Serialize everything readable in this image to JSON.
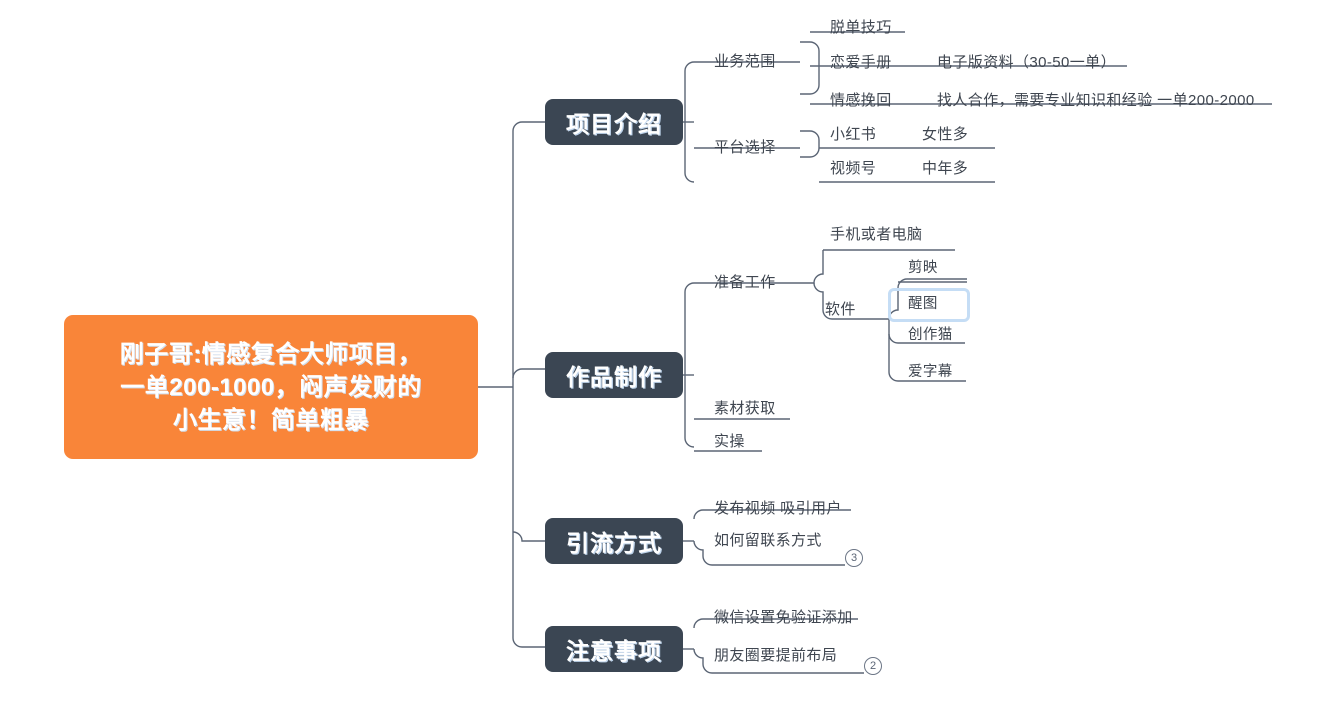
{
  "document": {
    "type": "mindmap",
    "background": "#ffffff",
    "colors": {
      "root_fill": "#F98539",
      "main_node_fill": "#3B4653",
      "line": "#5B6575",
      "text": "#3F4650",
      "selection_outline": "#C5DDF5",
      "node_text": "#FFFFFF"
    }
  },
  "root": {
    "lines": [
      "刚子哥:情感复合大师项目，",
      "一单200-1000，闷声发财的",
      "小生意！简单粗暴"
    ]
  },
  "branches": [
    {
      "id": "intro",
      "label": "项目介绍",
      "children": [
        {
          "label": "业务范围",
          "children": [
            {
              "label": "脱单技巧",
              "detail": ""
            },
            {
              "label": "恋爱手册",
              "detail": "电子版资料（30-50一单）"
            },
            {
              "label": "情感挽回",
              "detail": "找人合作，需要专业知识和经验 一单200-2000"
            }
          ]
        },
        {
          "label": "平台选择",
          "children": [
            {
              "label": "小红书",
              "detail": "女性多"
            },
            {
              "label": "视频号",
              "detail": "中年多"
            }
          ]
        }
      ]
    },
    {
      "id": "production",
      "label": "作品制作",
      "children": [
        {
          "label": "准备工作",
          "children": [
            {
              "label": "手机或者电脑",
              "detail": ""
            },
            {
              "label": "软件",
              "children": [
                {
                  "label": "剪映",
                  "selected": false
                },
                {
                  "label": "醒图",
                  "selected": true
                },
                {
                  "label": "创作猫",
                  "selected": false
                },
                {
                  "label": "爱字幕",
                  "selected": false
                }
              ]
            }
          ]
        },
        {
          "label": "素材获取",
          "children": []
        },
        {
          "label": "实操",
          "children": []
        }
      ]
    },
    {
      "id": "traffic",
      "label": "引流方式",
      "children": [
        {
          "label": "发布视频 吸引用户",
          "badge": ""
        },
        {
          "label": "如何留联系方式",
          "badge": "3"
        }
      ]
    },
    {
      "id": "notes",
      "label": "注意事项",
      "children": [
        {
          "label": "微信设置免验证添加",
          "badge": ""
        },
        {
          "label": "朋友圈要提前布局",
          "badge": "2"
        }
      ]
    }
  ]
}
